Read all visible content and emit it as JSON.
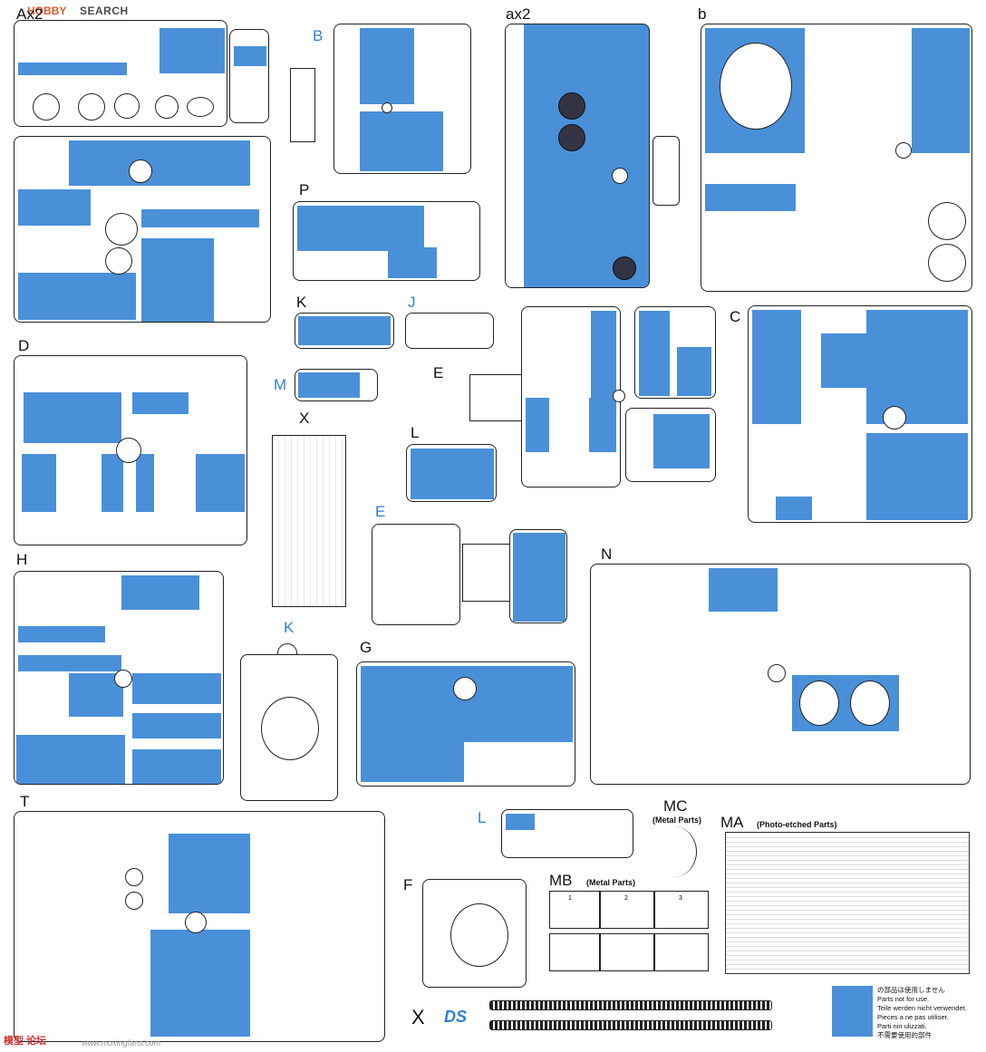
{
  "watermark": {
    "logo": "HOBBY",
    "brand": "SEARCH",
    "bottom_left": "模型 论坛",
    "url": "www.moxingfans.com"
  },
  "sprue_labels": {
    "ax2_upper": "Ax2",
    "b": "B",
    "ax2": "ax2",
    "b_lower": "b",
    "p": "P",
    "k": "K",
    "j": "J",
    "c": "C",
    "d": "D",
    "m": "M",
    "e": "E",
    "x": "X",
    "l": "L",
    "e_blue": "E",
    "n": "N",
    "h": "H",
    "k_blue": "K",
    "g": "G",
    "t": "T",
    "l_blue": "L",
    "mc": "MC",
    "ma": "MA",
    "f": "F",
    "mb": "MB",
    "x_tracks": "X"
  },
  "sub_labels": {
    "mc": "(Metal Parts)",
    "ma": "(Photo-etched Parts)",
    "mb": "(Metal Parts)"
  },
  "legend": {
    "color": "#4a90d9",
    "lines": [
      "の部品は使用しません",
      "Parts not for use.",
      "Teile werden nicht verwendet.",
      "Pieces a ne pas utiliser.",
      "Parti nin ulizzati.",
      "不需要使用的部件"
    ]
  },
  "ds_logo": "DS",
  "mb_parts": [
    "1",
    "2",
    "3"
  ]
}
